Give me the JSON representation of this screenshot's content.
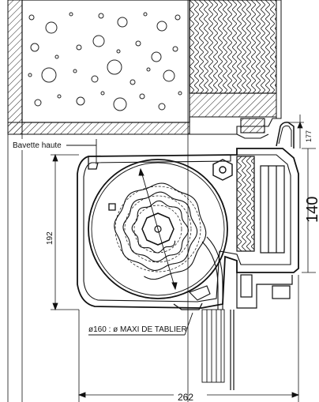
{
  "labels": {
    "bavette": "Bavette haute",
    "diameter": "ø160 : ø MAXI DE TABLIER"
  },
  "dimensions": {
    "height_left": "192",
    "height_right": "140",
    "height_top_right": "177",
    "width_bottom": "262"
  },
  "colors": {
    "line": "#111111",
    "background": "#ffffff"
  }
}
